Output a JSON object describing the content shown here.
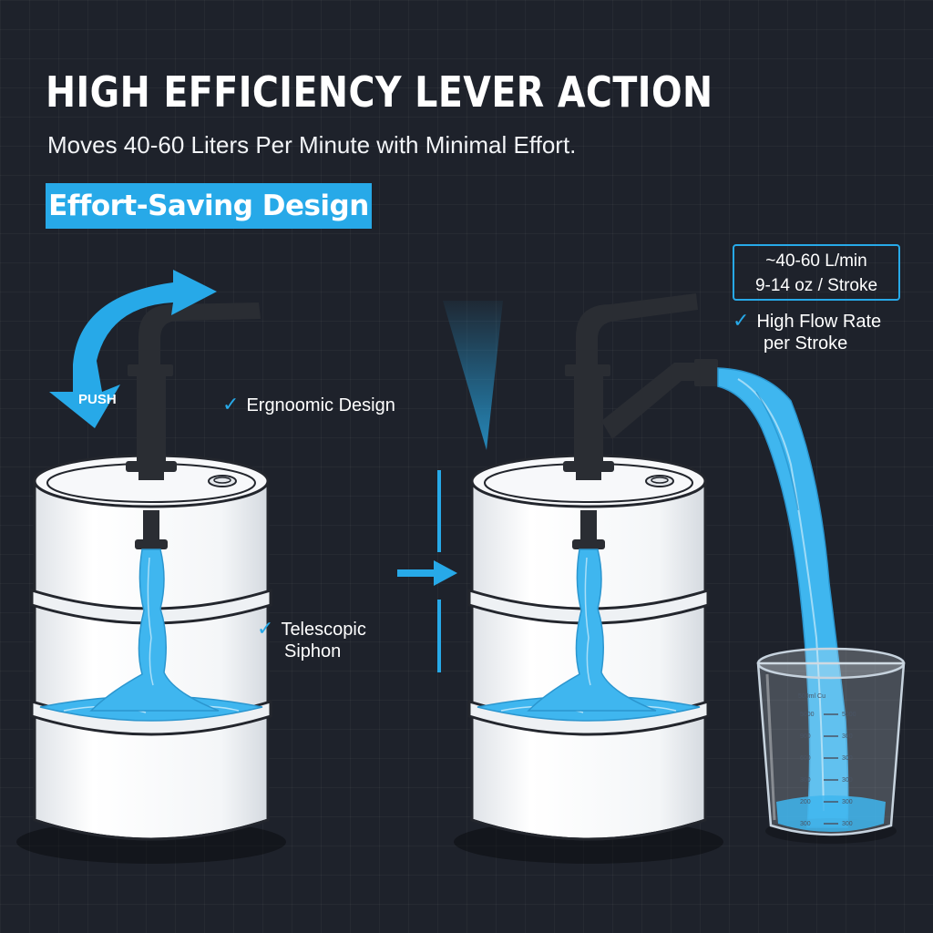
{
  "header": {
    "title": "HIGH EFFICIENCY LEVER ACTION",
    "subtitle": "Moves 40-60 Liters Per Minute with Minimal Effort.",
    "tag": "Effort-Saving Design"
  },
  "left_panel": {
    "push_label": "PUSH",
    "features": [
      {
        "label": "Ergnoomic Design"
      },
      {
        "label": "Telescopic",
        "label2": "Siphon"
      }
    ]
  },
  "right_panel": {
    "spec_line1": "~40-60 L/min",
    "spec_line2": "9-14 oz / Stroke",
    "feature_line1": "High Flow Rate",
    "feature_line2": "per Stroke",
    "cup_header": "500ml Cu",
    "cup_ticks_left": [
      "5000",
      "900",
      "600",
      "300",
      "200",
      "300"
    ],
    "cup_ticks_right": [
      "5000",
      "300",
      "300",
      "300",
      "300",
      "300"
    ]
  },
  "icons": {
    "check": "checkmark-icon",
    "curved_arrow": "curved-arrow-icon",
    "right_arrow": "right-arrow-icon"
  },
  "colors": {
    "accent": "#27a9e8",
    "water": "#3fb6ef",
    "background": "#1e222b",
    "drum": "#f7f8fa",
    "pump": "#2a2d33"
  }
}
